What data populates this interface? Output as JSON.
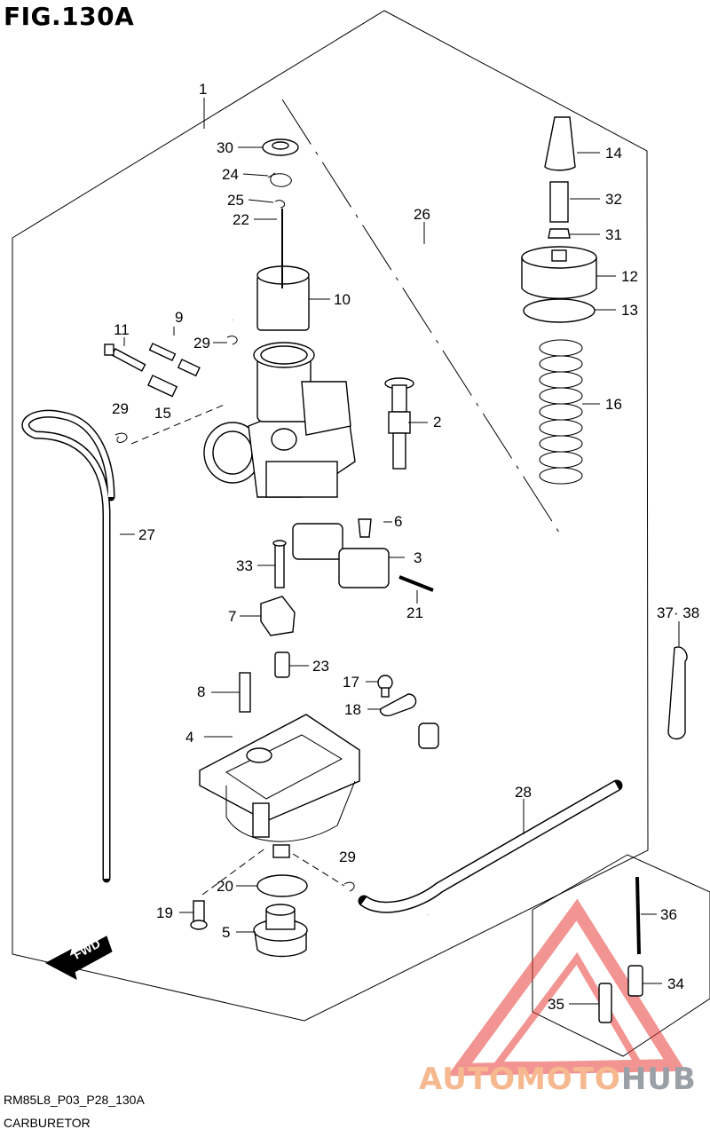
{
  "figure": {
    "title": "FIG.130A",
    "code": "RM85L8_P03_P28_130A",
    "name": "CARBURETOR",
    "fwd_label": "FWD"
  },
  "watermark": {
    "text_left": "AUTOMOTO",
    "text_right": "HUB",
    "color_logo": "#e8403a",
    "color_text": "#f6b98f",
    "color_text_right": "#9aa0a6"
  },
  "callouts": [
    {
      "id": "1",
      "label": "1"
    },
    {
      "id": "2",
      "label": "2"
    },
    {
      "id": "3",
      "label": "3"
    },
    {
      "id": "4",
      "label": "4"
    },
    {
      "id": "5",
      "label": "5"
    },
    {
      "id": "6",
      "label": "6"
    },
    {
      "id": "7",
      "label": "7"
    },
    {
      "id": "8",
      "label": "8"
    },
    {
      "id": "9",
      "label": "9"
    },
    {
      "id": "10",
      "label": "10"
    },
    {
      "id": "11",
      "label": "11"
    },
    {
      "id": "12",
      "label": "12"
    },
    {
      "id": "13",
      "label": "13"
    },
    {
      "id": "14",
      "label": "14"
    },
    {
      "id": "15",
      "label": "15"
    },
    {
      "id": "16",
      "label": "16"
    },
    {
      "id": "17",
      "label": "17"
    },
    {
      "id": "18",
      "label": "18"
    },
    {
      "id": "19",
      "label": "19"
    },
    {
      "id": "20",
      "label": "20"
    },
    {
      "id": "21",
      "label": "21"
    },
    {
      "id": "22",
      "label": "22"
    },
    {
      "id": "23",
      "label": "23"
    },
    {
      "id": "24",
      "label": "24"
    },
    {
      "id": "25",
      "label": "25"
    },
    {
      "id": "26",
      "label": "26"
    },
    {
      "id": "27",
      "label": "27"
    },
    {
      "id": "28",
      "label": "28"
    },
    {
      "id": "29a",
      "label": "29"
    },
    {
      "id": "29b",
      "label": "29"
    },
    {
      "id": "29c",
      "label": "29"
    },
    {
      "id": "30",
      "label": "30"
    },
    {
      "id": "31",
      "label": "31"
    },
    {
      "id": "32",
      "label": "32"
    },
    {
      "id": "33",
      "label": "33"
    },
    {
      "id": "34",
      "label": "34"
    },
    {
      "id": "35",
      "label": "35"
    },
    {
      "id": "36",
      "label": "36"
    },
    {
      "id": "3738",
      "label": "37· 38"
    }
  ]
}
